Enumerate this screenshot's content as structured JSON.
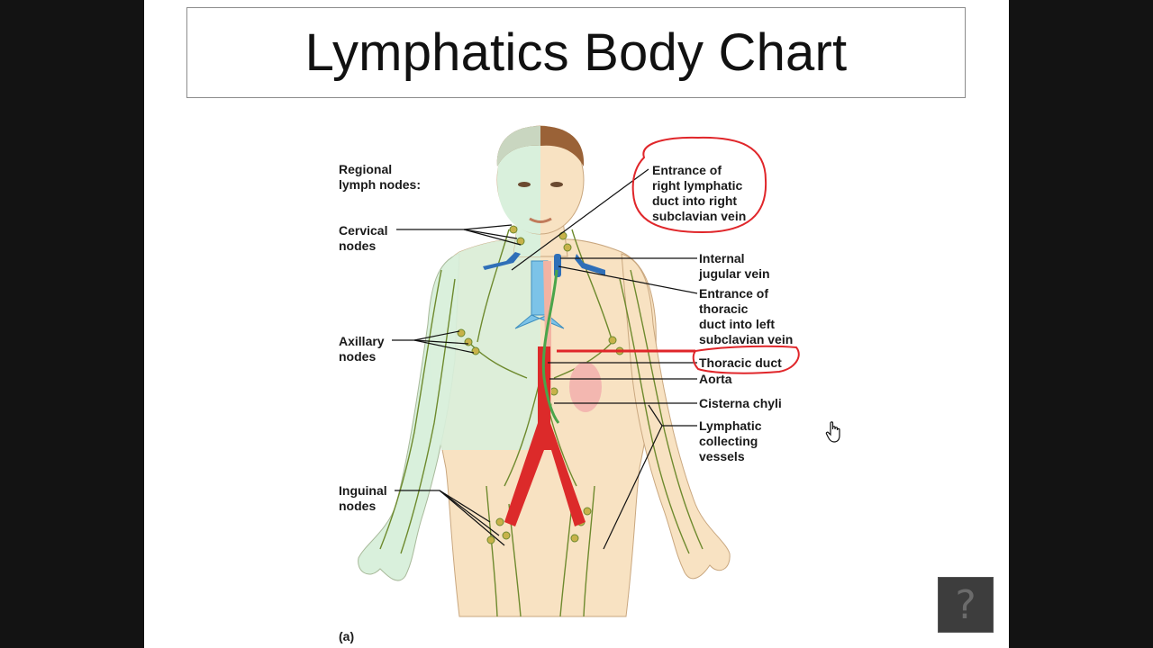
{
  "slide": {
    "title": "Lymphatics Body Chart"
  },
  "diagram": {
    "heading": "Regional\nlymph nodes:",
    "left_labels": {
      "cervical": "Cervical\nnodes",
      "axillary": "Axillary\nnodes",
      "inguinal": "Inguinal\nnodes"
    },
    "right_labels": {
      "right_lymphatic": "Entrance of\nright lymphatic\nduct into right\nsubclavian vein",
      "internal_jugular": "Internal\njugular vein",
      "thoracic_entrance": "Entrance of\nthoracic\nduct into left\nsubclavian vein",
      "thoracic_duct": "Thoracic duct",
      "aorta": "Aorta",
      "cisterna": "Cisterna chyli",
      "collecting": "Lymphatic\ncollecting\nvessels"
    },
    "panel_label": "(a)"
  },
  "controls": {
    "help_glyph": "?",
    "cursor_icon": "hand-pointer-icon"
  },
  "colors": {
    "skin": "#f8e2c2",
    "right_side_tint": "#d9f0dc",
    "aorta": "#dc2a2a",
    "vein": "#2f6fb8",
    "lymph_vessel": "#6e8a2e",
    "annotation_red": "#e0262a"
  }
}
